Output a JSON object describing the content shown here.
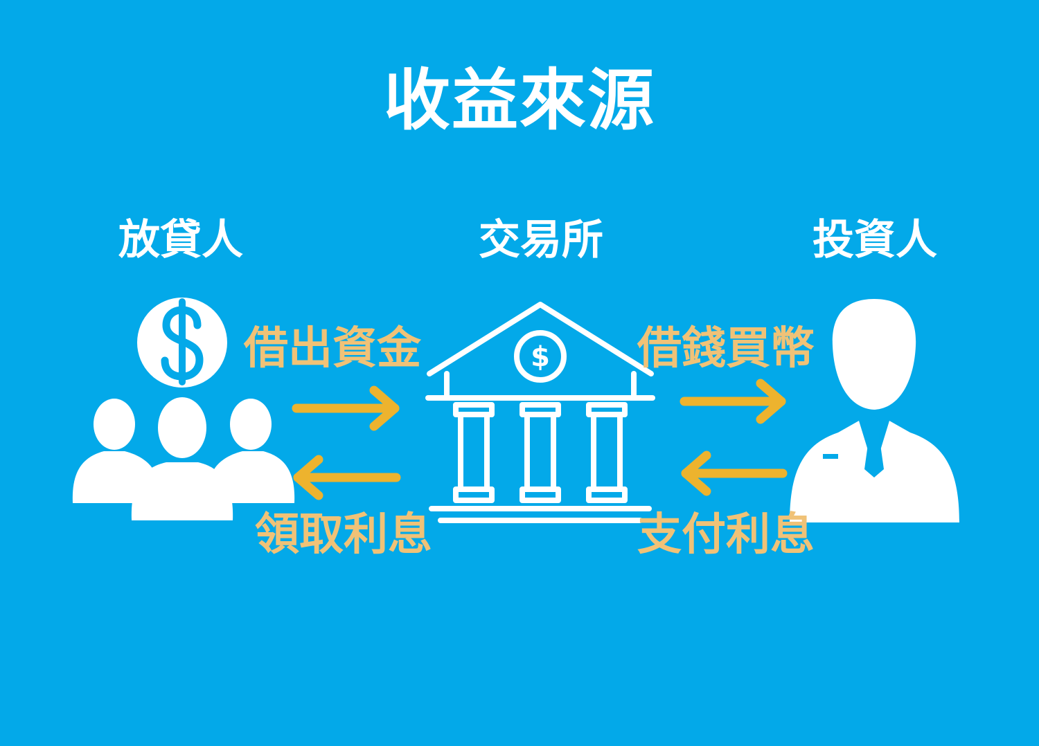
{
  "title": "收益來源",
  "parties": {
    "lender": "放貸人",
    "exchange": "交易所",
    "investor": "投資人"
  },
  "flows": {
    "lend_out": "借出資金",
    "collect_interest": "領取利息",
    "borrow_buy": "借錢買幣",
    "pay_interest": "支付利息"
  },
  "colors": {
    "background": "#03A9E9",
    "foreground": "#FFFFFF",
    "accent": "#EDB32E",
    "label": "#F0C277"
  },
  "icons": {
    "lender": "people-group-dollar-icon",
    "exchange": "bank-building-icon",
    "investor": "businessman-icon",
    "arrows": "arrow-right-icon, arrow-left-icon"
  }
}
